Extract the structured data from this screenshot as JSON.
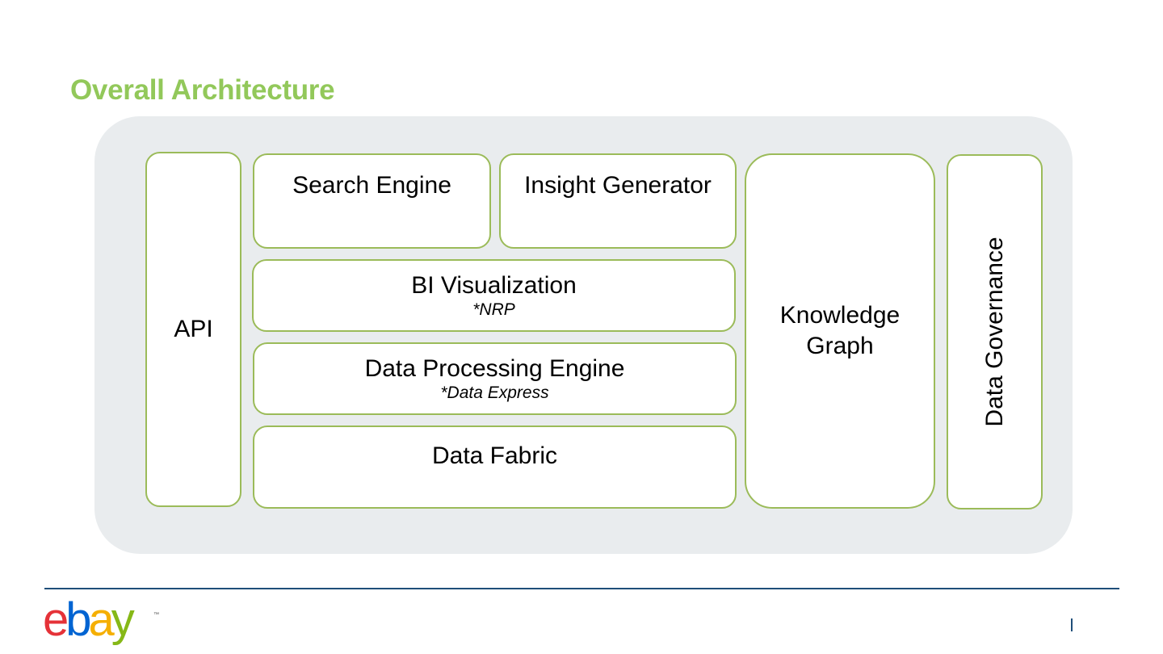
{
  "title": "Overall Architecture",
  "colors": {
    "title": "#92c85a",
    "border": "#9bbb59",
    "panel": "#e9ecee",
    "footer_line": "#1f4e79",
    "page_marker": "#1f4e79"
  },
  "diagram": {
    "api": "API",
    "search_engine": "Search Engine",
    "insight_generator": "Insight Generator",
    "bi_visualization": {
      "label": "BI Visualization",
      "note": "*NRP"
    },
    "data_processing_engine": {
      "label": "Data Processing Engine",
      "note": "*Data Express"
    },
    "data_fabric": "Data Fabric",
    "knowledge_graph": "Knowledge Graph",
    "data_governance": "Data Governance"
  },
  "footer": {
    "logo_letters": [
      "e",
      "b",
      "a",
      "y"
    ],
    "logo_colors": [
      "#e53238",
      "#0064d2",
      "#f5af02",
      "#86b817"
    ],
    "trademark": "™"
  }
}
